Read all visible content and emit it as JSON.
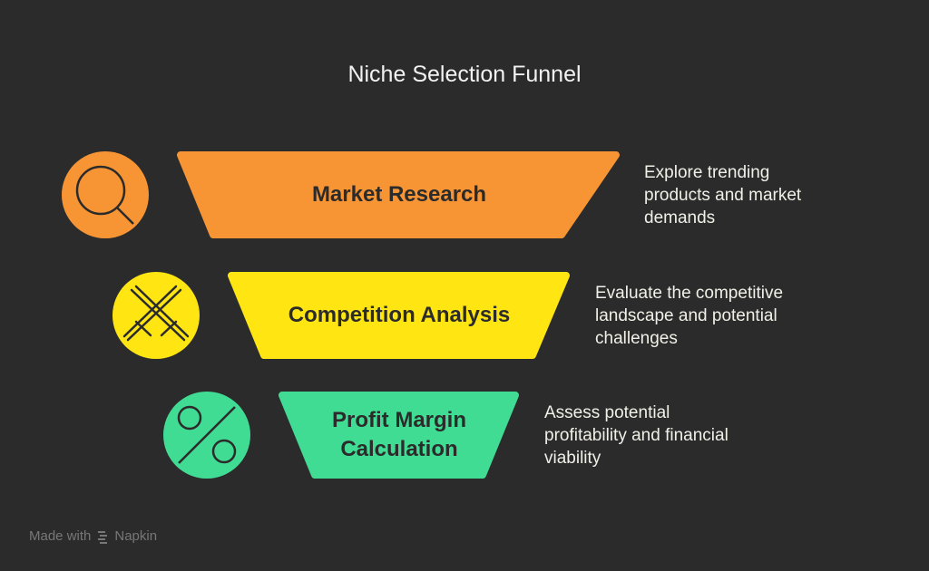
{
  "title": "Niche Selection Funnel",
  "stages": [
    {
      "label": "Market Research",
      "description": "Explore trending products and market demands",
      "color": "#f79535",
      "icon": "magnifier-icon"
    },
    {
      "label": "Competition Analysis",
      "description": "Evaluate the competitive landscape and potential challenges",
      "color": "#ffe613",
      "icon": "crossed-swords-icon"
    },
    {
      "label": "Profit Margin Calculation",
      "description": "Assess potential profitability and financial viability",
      "color": "#41dc94",
      "icon": "percent-icon"
    }
  ],
  "footer": {
    "made_with": "Made with",
    "brand": "Napkin"
  }
}
